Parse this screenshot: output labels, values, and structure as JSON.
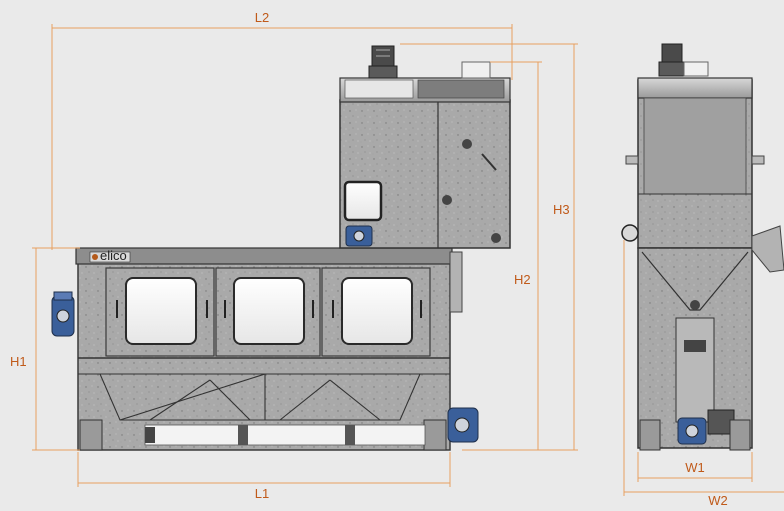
{
  "dimensions": {
    "l2": "L2",
    "l1": "L1",
    "h1": "H1",
    "h2": "H2",
    "h3": "H3",
    "w1": "W1",
    "w2": "W2"
  },
  "brand": {
    "logo_text": "elico"
  },
  "colors": {
    "background": "#eaeaea",
    "dimension_line": "#e8a060",
    "dimension_text": "#c05a1a",
    "steel_fill": "#a8a8a8",
    "steel_dark": "#6e6e6e",
    "outline": "#3a3a3a",
    "glass": "#f4f4f4",
    "motor_blue": "#3a5f9a",
    "motor_cap": "#cfd4dc"
  },
  "icons": {
    "logo": "elico-logo",
    "motor": "gear-motor-icon",
    "inspection_window": "inspection-window-icon"
  }
}
